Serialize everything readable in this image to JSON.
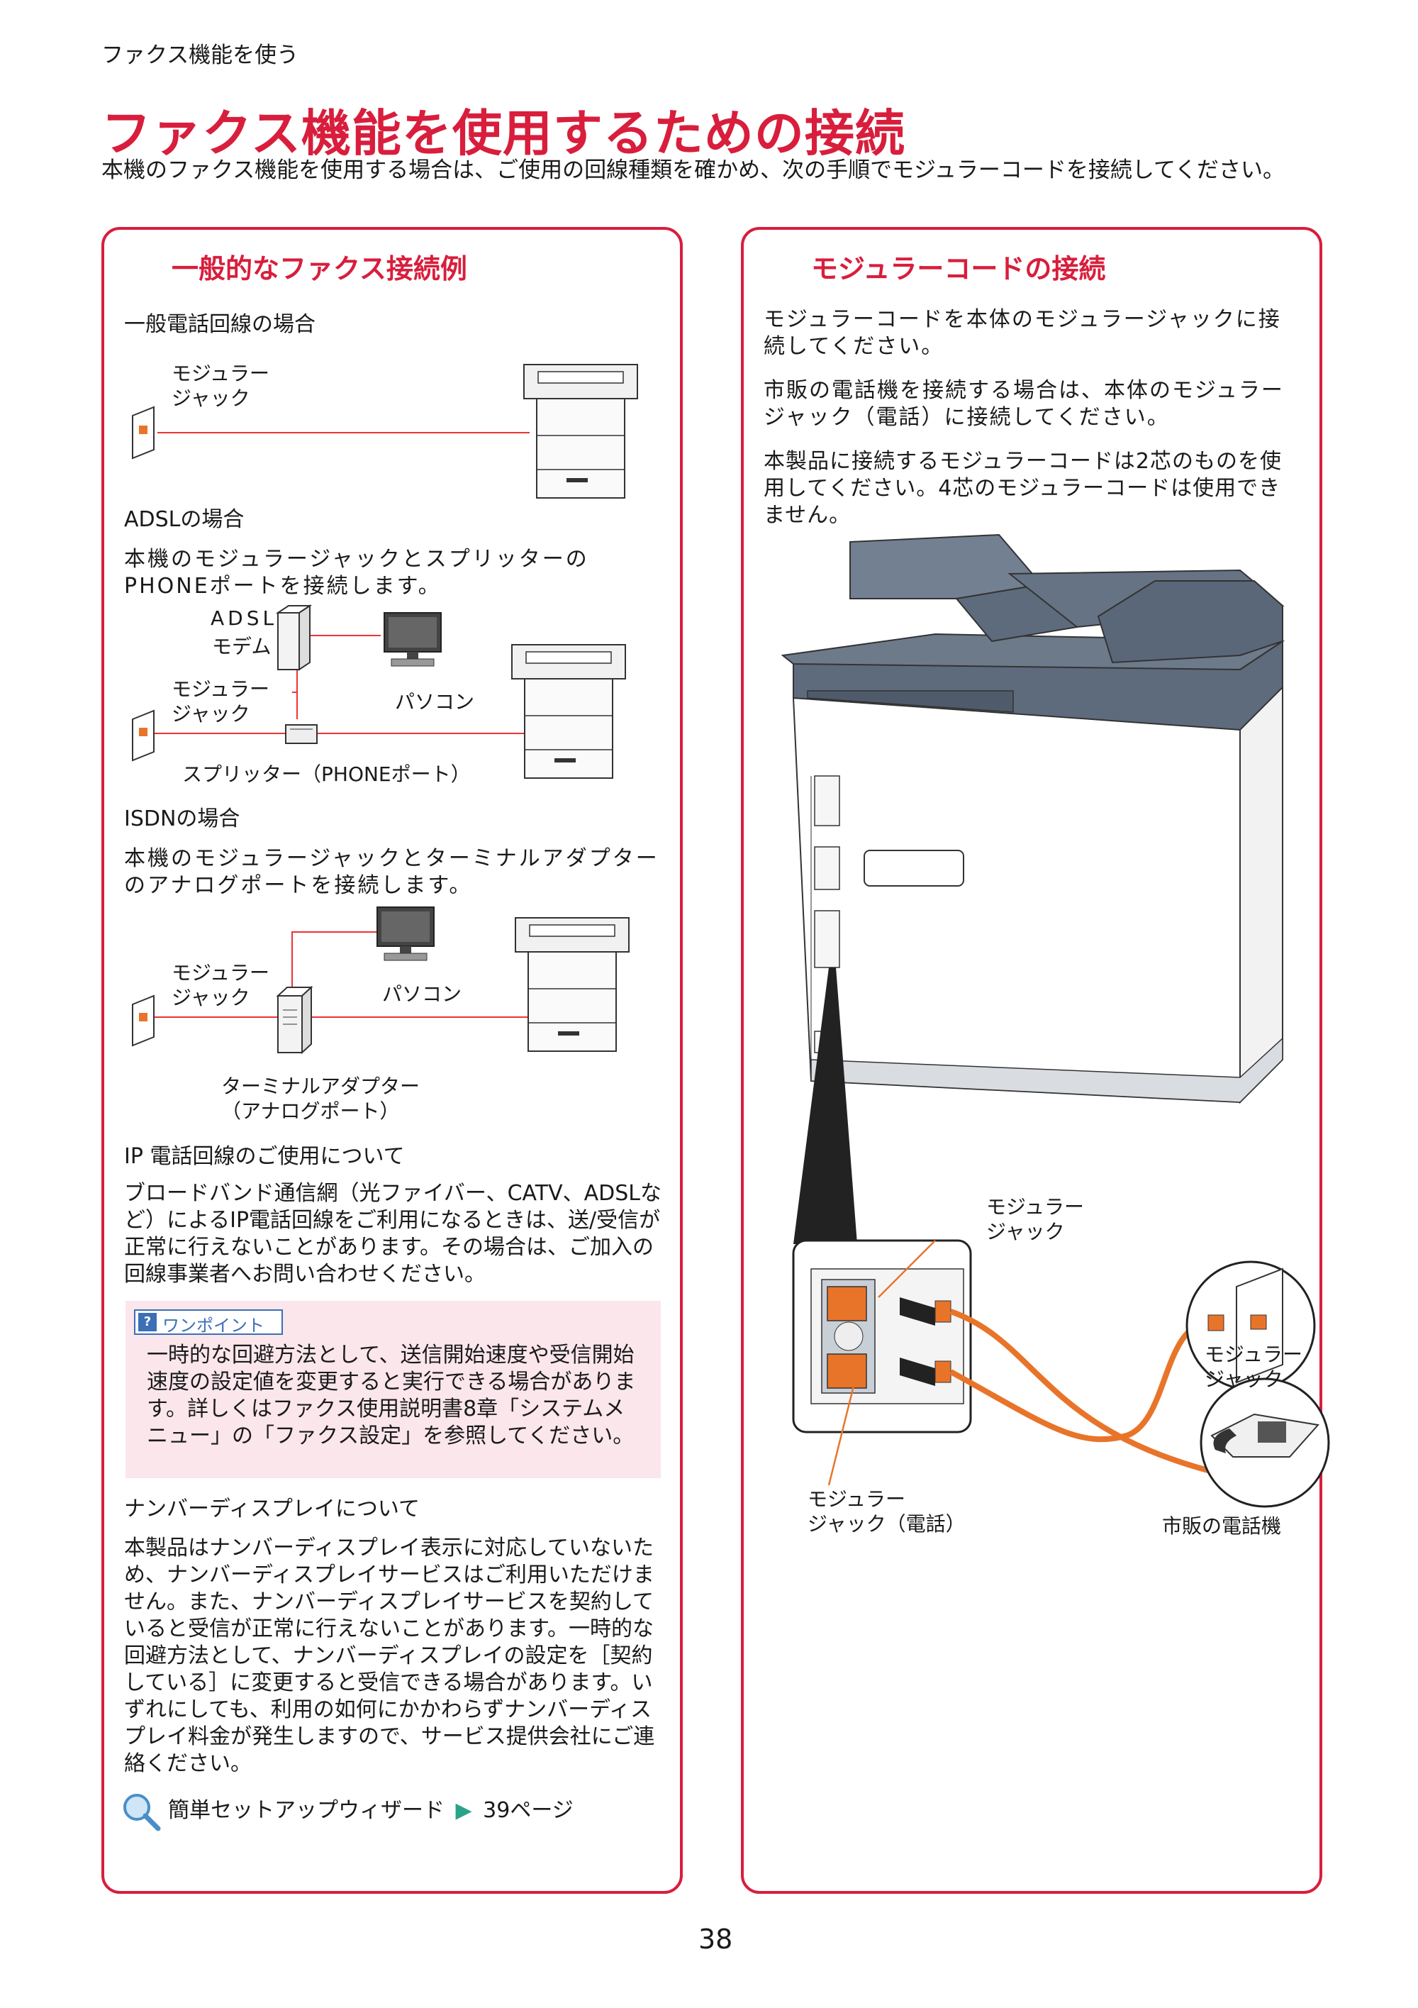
{
  "header": {
    "breadcrumb": "ファクス機能を使う",
    "title": "ファクス機能を使用するための接続",
    "intro": "本機のファクス機能を使用する場合は、ご使用の回線種類を確かめ、次の手順でモジュラーコードを接続してください。"
  },
  "left_panel": {
    "title": "一般的なファクス接続例",
    "general": {
      "heading": "一般電話回線の場合",
      "jack_label": "モジュラー\nジャック"
    },
    "adsl": {
      "heading": "ADSLの場合",
      "body": "本機のモジュラージャックとスプリッターのPHONEポートを接続します。",
      "modem_label_1": "ADSL",
      "modem_label_2": "モデム",
      "jack_label": "モジュラー\nジャック",
      "pc_label": "パソコン",
      "splitter_label": "スプリッター（PHONEポート）"
    },
    "isdn": {
      "heading": "ISDNの場合",
      "body": "本機のモジュラージャックとターミナルアダプターのアナログポートを接続します。",
      "jack_label": "モジュラー\nジャック",
      "pc_label": "パソコン",
      "adapter_label": "ターミナルアダプター\n（アナログポート）"
    },
    "ip": {
      "heading": "IP 電話回線のご使用について",
      "body": "ブロードバンド通信網（光ファイバー、CATV、ADSLなど）によるIP電話回線をご利用になるときは、送/受信が正常に行えないことがあります。その場合は、ご加入の回線事業者へお問い合わせください。"
    },
    "onepoint": {
      "badge": "ワンポイント",
      "body": "一時的な回避方法として、送信開始速度や受信開始速度の設定値を変更すると実行できる場合があります。詳しくはファクス使用説明書8章「システムメニュー」の「ファクス設定」を参照してください。"
    },
    "number_display": {
      "heading": "ナンバーディスプレイについて",
      "body": "本製品はナンバーディスプレイ表示に対応していないため、ナンバーディスプレイサービスはご利用いただけません。また、ナンバーディスプレイサービスを契約していると受信が正常に行えないことがあります。一時的な回避方法として、ナンバーディスプレイの設定を［契約している］に変更すると受信できる場合があります。いずれにしても、利用の如何にかかわらずナンバーディスプレイ料金が発生しますので、サービス提供会社にご連絡ください。"
    },
    "reference": {
      "text": "簡単セットアップウィザード",
      "page": "39ページ"
    }
  },
  "right_panel": {
    "title": "モジュラーコードの接続",
    "p1": "モジュラーコードを本体のモジュラージャックに接続してください。",
    "p2": "市販の電話機を接続する場合は、本体のモジュラージャック（電話）に接続してください。",
    "p3": "本製品に接続するモジュラーコードは2芯のものを使用してください。4芯のモジュラーコードは使用できません。",
    "label_jack_top": "モジュラー\nジャック",
    "label_jack_wall": "モジュラー\nジャック",
    "label_jack_phone": "モジュラー\nジャック（電話）",
    "label_phone": "市販の電話機"
  },
  "footer": {
    "page_number": "38"
  },
  "colors": {
    "accent": "#d81e3c",
    "cord": "#e8742a",
    "device": "#5d6b7c"
  }
}
